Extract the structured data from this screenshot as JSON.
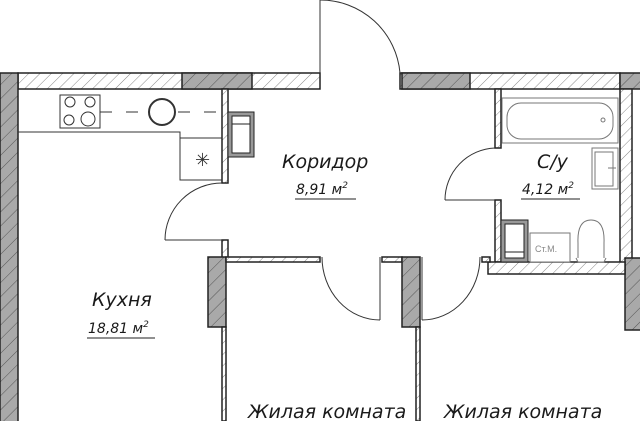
{
  "rooms": {
    "corridor": {
      "name": "Коридор",
      "area": "8,91 м",
      "unit_sup": "2"
    },
    "bathroom": {
      "name": "С/у",
      "area": "4,12 м",
      "unit_sup": "2"
    },
    "kitchen": {
      "name": "Кухня",
      "area": "18,81 м",
      "unit_sup": "2"
    },
    "bedroom_left": {
      "name": "Жилая комната"
    },
    "bedroom_right": {
      "name": "Жилая комната"
    }
  },
  "fixtures": {
    "washing_machine": "Ст.М."
  },
  "colors": {
    "wall_bearing": "#a9a9a9",
    "wall_hatch": "#888888"
  }
}
